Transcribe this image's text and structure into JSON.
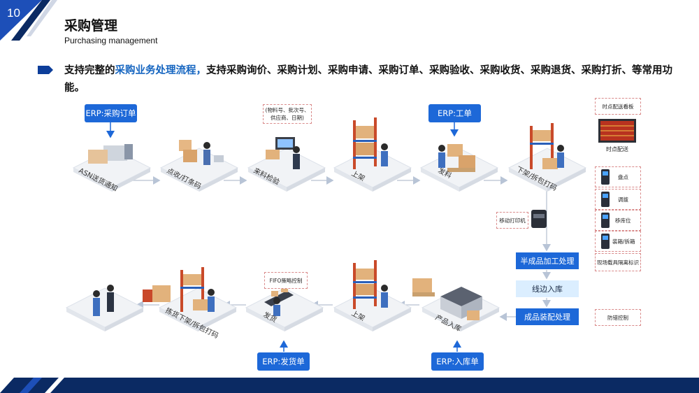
{
  "page_number": "10",
  "title": "采购管理",
  "subtitle": "Purchasing management",
  "description": {
    "prefix": "支持完整的",
    "highlight": "采购业务处理流程，",
    "suffix": "支持采购询价、采购计划、采购申请、采购订单、采购验收、采购收货、采购退货、采购打折、等常用功能。"
  },
  "erp_labels": {
    "purchase_order": "ERP:采购订单",
    "work_order": "ERP:工单",
    "shipping_order": "ERP:发货单",
    "inbound_order": "ERP:入库单"
  },
  "notes": {
    "material_info": "(物料号、批次号、供应商、日期)",
    "kanban": "时点配送看板",
    "kanban_caption": "时点配送",
    "mobile_printer": "移动打印机",
    "fifo": "FIFO策略控制",
    "field_carrier": "现场载具隔离标识",
    "anti_error": "防错控制"
  },
  "top_flow": [
    "ASN送货通知",
    "点收/打条码",
    "来料检验",
    "上架",
    "发料",
    "下架/拆包打码"
  ],
  "bottom_flow": [
    "产品入库",
    "上架",
    "发货",
    "拣货下架/拆包打码"
  ],
  "process_steps": [
    "半成品加工处理",
    "线边入库",
    "成品装配处理"
  ],
  "device_functions": [
    "盘点",
    "调拨",
    "移库位",
    "装箱/拆箱"
  ],
  "colors": {
    "brand_blue": "#1d68d8",
    "navy": "#0b2a63",
    "highlight": "#1565c0",
    "light_step": "#dbeeff"
  }
}
